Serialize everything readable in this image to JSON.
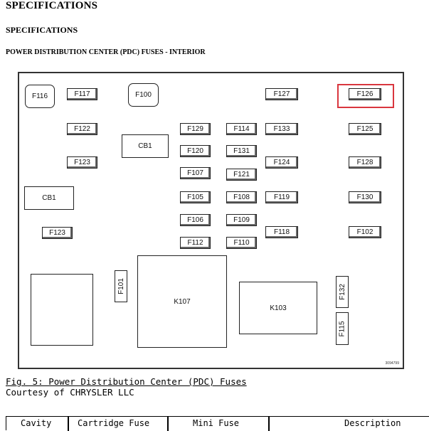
{
  "headings": {
    "h1": "SPECIFICATIONS",
    "h2": "SPECIFICATIONS",
    "h3": "POWER DISTRIBUTION CENTER (PDC) FUSES - INTERIOR"
  },
  "diagram": {
    "figure_number": "3094799",
    "labels": {
      "F116": "F116",
      "F117": "F117",
      "F100": "F100",
      "F127": "F127",
      "F126": "F126",
      "F122": "F122",
      "F129": "F129",
      "F114": "F114",
      "F133": "F133",
      "F125": "F125",
      "CB1_top": "CB1",
      "F120": "F120",
      "F131": "F131",
      "F123_top": "F123",
      "F124": "F124",
      "F128": "F128",
      "F107": "F107",
      "F121": "F121",
      "CB1_left": "CB1",
      "F105": "F105",
      "F108": "F108",
      "F119": "F119",
      "F130": "F130",
      "F106": "F106",
      "F109": "F109",
      "F123_bottom": "F123",
      "F118": "F118",
      "F102": "F102",
      "F112": "F112",
      "F110": "F110",
      "F101": "F101",
      "K107": "K107",
      "K103": "K103",
      "F132": "F132",
      "F115": "F115"
    },
    "highlighted_fuse": "F126",
    "highlight_color": "#d9363e"
  },
  "caption": {
    "figure": "Fig. 5: Power Distribution Center (PDC) Fuses",
    "courtesy": "Courtesy of CHRYSLER LLC"
  },
  "table": {
    "headers": [
      "Cavity",
      "Cartridge Fuse",
      "Mini Fuse",
      "Description"
    ]
  }
}
